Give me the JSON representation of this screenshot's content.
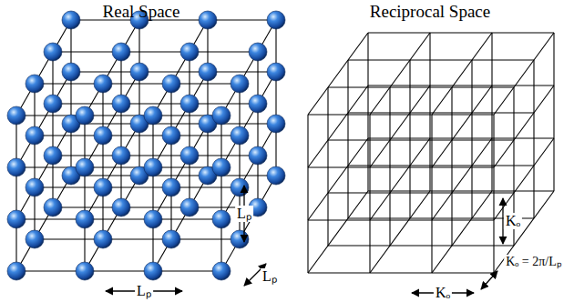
{
  "diagram": {
    "labels": [
      "Real Space",
      "Reciprocal Space",
      "Lₚ",
      "Lₚ",
      "Lₚ",
      "Kₒ",
      "Kₒ = 2π/Lₚ",
      "Kₒ"
    ]
  }
}
